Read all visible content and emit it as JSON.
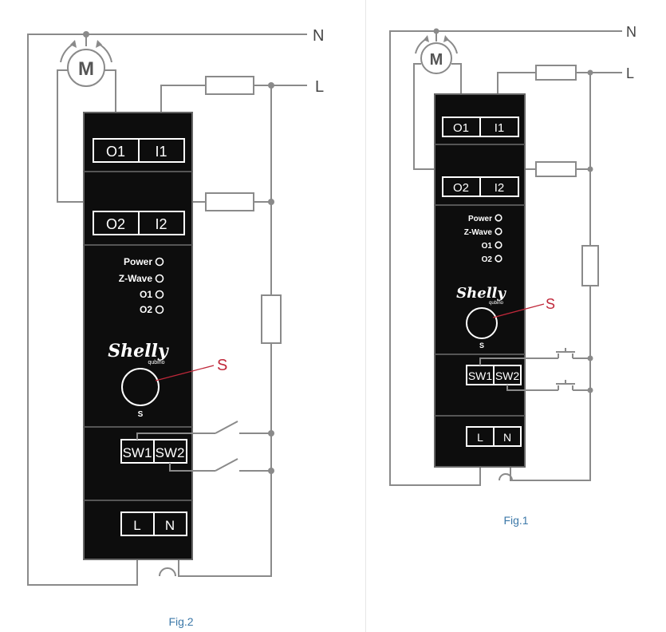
{
  "fig2": {
    "caption": "Fig.2",
    "lines": {
      "neutral": "N",
      "live": "L"
    },
    "motor": "M",
    "terminals": {
      "o1": "O1",
      "i1": "I1",
      "o2": "O2",
      "i2": "I2",
      "sw1": "SW1",
      "sw2": "SW2",
      "l": "L",
      "n": "N"
    },
    "indicators": [
      "Power",
      "Z-Wave",
      "O1",
      "O2"
    ],
    "logo": "Shelly",
    "logo_sub": "qubino",
    "button": "S",
    "callout": "S"
  },
  "fig1": {
    "caption": "Fig.1",
    "lines": {
      "neutral": "N",
      "live": "L"
    },
    "motor": "M",
    "terminals": {
      "o1": "O1",
      "i1": "I1",
      "o2": "O2",
      "i2": "I2",
      "sw1": "SW1",
      "sw2": "SW2",
      "l": "L",
      "n": "N"
    },
    "indicators": [
      "Power",
      "Z-Wave",
      "O1",
      "O2"
    ],
    "logo": "Shelly",
    "logo_sub": "qubino",
    "button": "S",
    "callout": "S"
  }
}
